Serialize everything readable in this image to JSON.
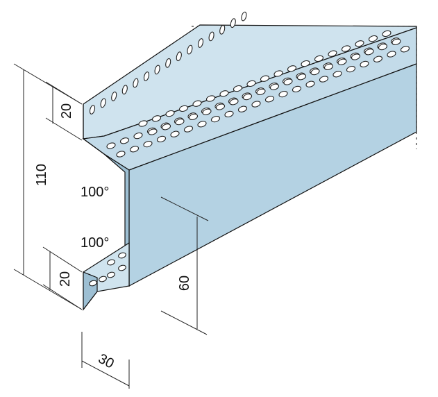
{
  "diagram": {
    "colors": {
      "profile_face": "#b4d2e3",
      "profile_shadow": "#9dbfd3",
      "profile_light": "#cfe3ee",
      "edge": "#111111",
      "hole": "#ffffff"
    },
    "dimensions": {
      "total_height": "110",
      "top_flange": "20",
      "bottom_flange": "20",
      "face_height": "60",
      "depth": "30",
      "upper_angle": "100°",
      "lower_angle": "100°"
    }
  }
}
